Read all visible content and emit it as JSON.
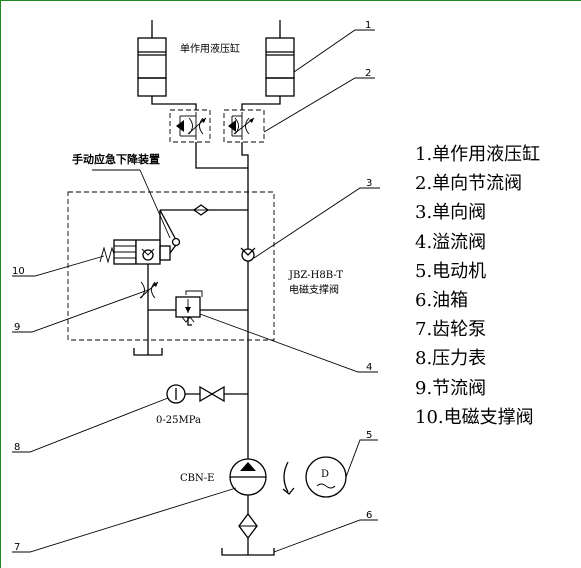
{
  "labels": {
    "cylinder_title": "单作用液压缸",
    "manual_device": "手动应急下降装置",
    "valve_model": "JBZ-H8B-T",
    "valve_name": "电磁支撑阀",
    "gauge_range": "0-25MPa",
    "pump_model": "CBN-E",
    "motor_symbol": "D"
  },
  "callouts": [
    "1",
    "2",
    "3",
    "4",
    "5",
    "6",
    "7",
    "8",
    "9",
    "10"
  ],
  "legend": [
    "1.单作用液压缸",
    "2.单向节流阀",
    "3.单向阀",
    "4.溢流阀",
    "5.电动机",
    "6.油箱",
    "7.齿轮泵",
    "8.压力表",
    "9.节流阀",
    "10.电磁支撑阀"
  ],
  "colors": {
    "frame": "#1e8a1e",
    "line": "#000000"
  }
}
